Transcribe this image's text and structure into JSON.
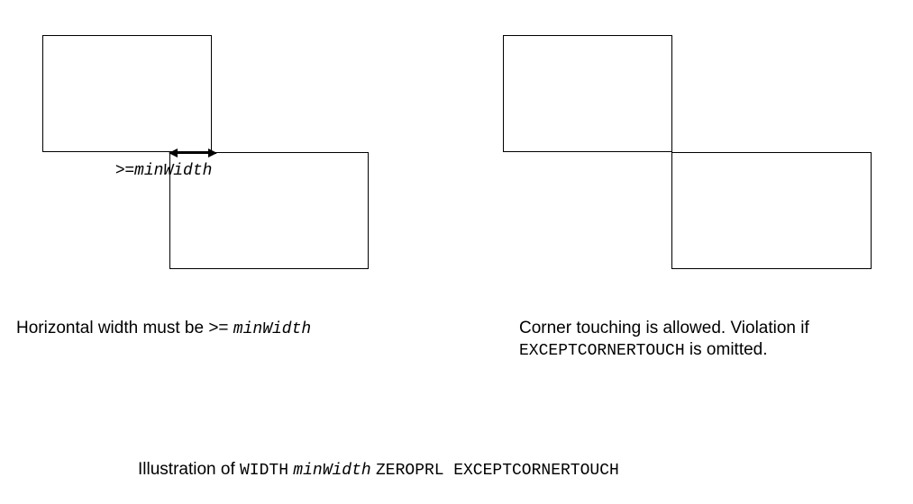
{
  "figure": {
    "arrow_label_prefix": ">=",
    "arrow_label_param": "minWidth",
    "left_caption": {
      "text": "Horizontal width must be >= ",
      "param": "minWidth"
    },
    "right_caption": {
      "line1": "Corner touching is allowed. Violation if",
      "keyword": "EXCEPTCORNERTOUCH",
      "line2_rest": " is omitted."
    },
    "bottom_caption": {
      "prefix": "Illustration of ",
      "kw_width": "WIDTH",
      "param": "minWidth",
      "kw_zeroprl": "ZEROPRL",
      "kw_exceptcornertouch": "EXCEPTCORNERTOUCH"
    }
  }
}
